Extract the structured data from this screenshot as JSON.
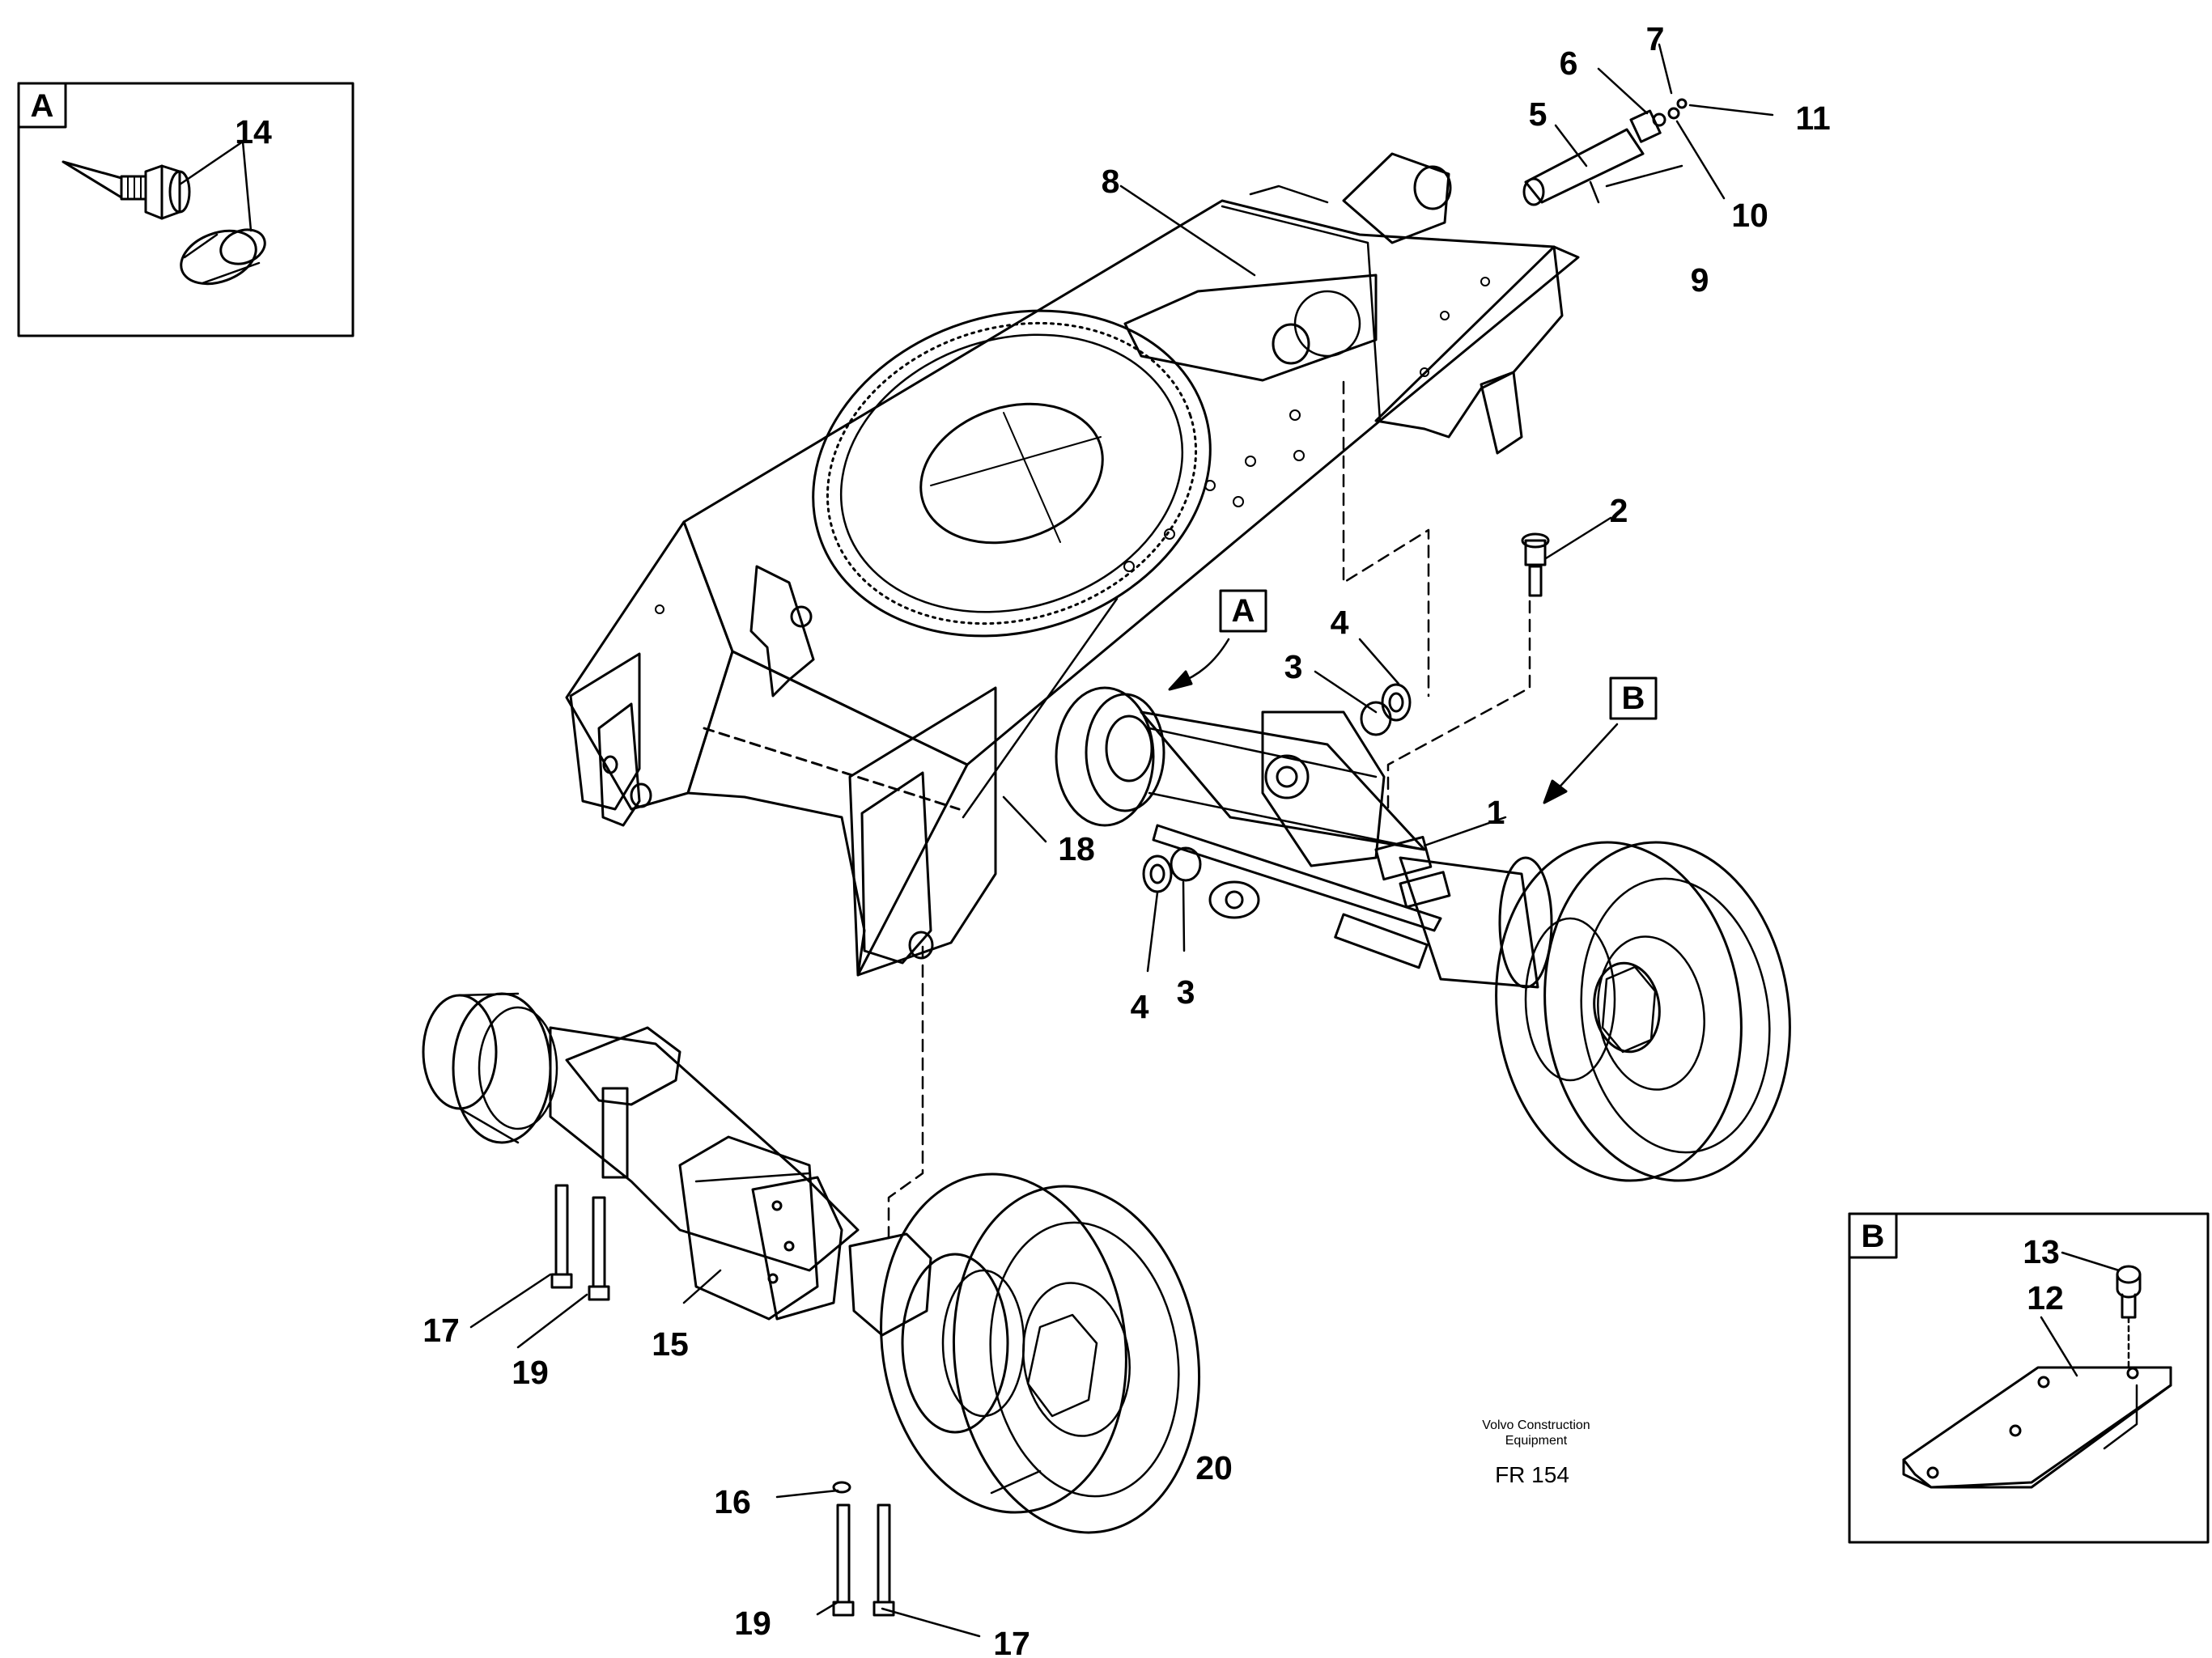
{
  "detail_a": {
    "label": "A",
    "parts": [
      "14"
    ]
  },
  "detail_b": {
    "label": "B",
    "parts": [
      "13",
      "12"
    ]
  },
  "view_markers": {
    "a": "A",
    "b": "B"
  },
  "callouts": {
    "p1": "1",
    "p2": "2",
    "p3a": "3",
    "p3b": "3",
    "p4a": "4",
    "p4b": "4",
    "p5": "5",
    "p6": "6",
    "p7": "7",
    "p8": "8",
    "p9": "9",
    "p10": "10",
    "p11": "11",
    "p15": "15",
    "p16": "16",
    "p17a": "17",
    "p17b": "17",
    "p18": "18",
    "p19a": "19",
    "p19b": "19",
    "p20": "20"
  },
  "footer": {
    "maker_line1": "Volvo Construction",
    "maker_line2": "Equipment",
    "figure_ref": "FR 154"
  }
}
